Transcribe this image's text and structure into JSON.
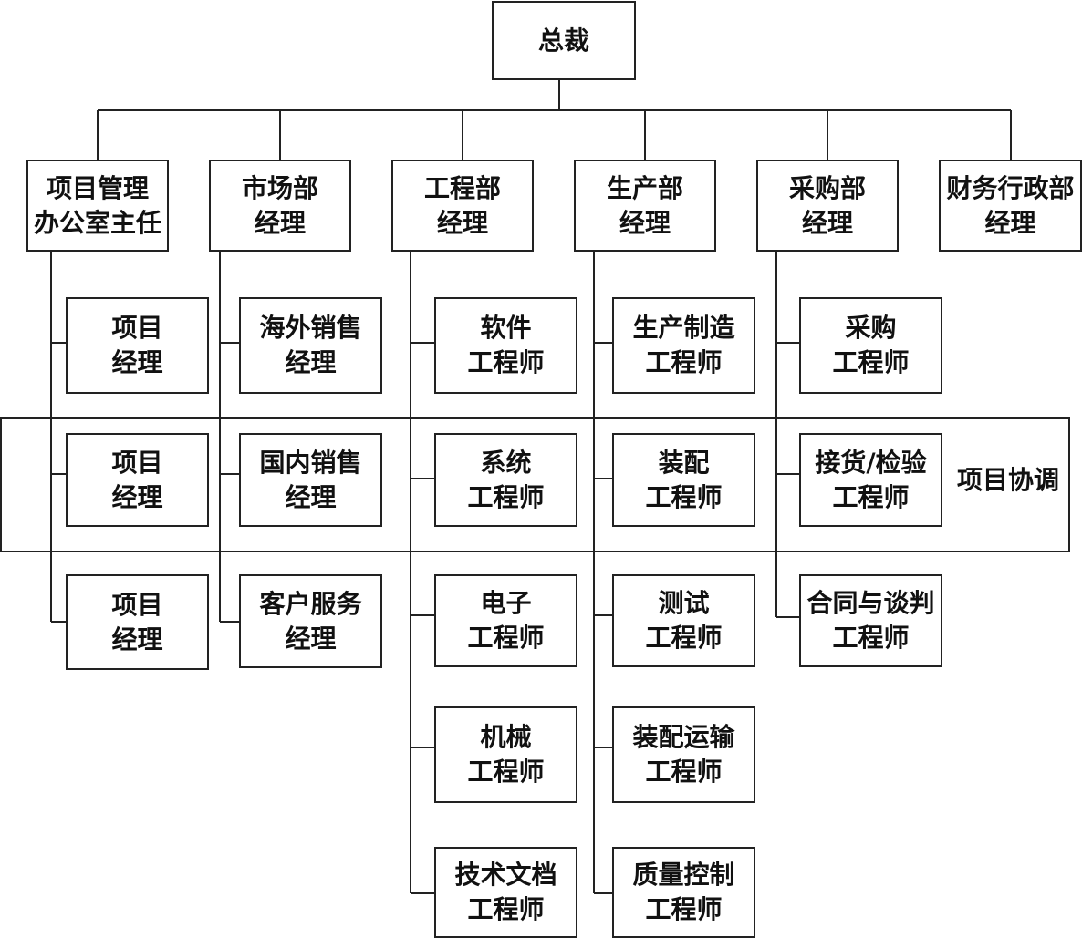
{
  "ceo": {
    "line1": "总裁"
  },
  "departments": [
    {
      "line1": "项目管理",
      "line2": "办公室主任"
    },
    {
      "line1": "市场部",
      "line2": "经理"
    },
    {
      "line1": "工程部",
      "line2": "经理"
    },
    {
      "line1": "生产部",
      "line2": "经理"
    },
    {
      "line1": "采购部",
      "line2": "经理"
    },
    {
      "line1": "财务行政部",
      "line2": "经理"
    }
  ],
  "sub_roles": {
    "project_office": [
      {
        "line1": "项目",
        "line2": "经理"
      },
      {
        "line1": "项目",
        "line2": "经理"
      },
      {
        "line1": "项目",
        "line2": "经理"
      }
    ],
    "marketing": [
      {
        "line1": "海外销售",
        "line2": "经理"
      },
      {
        "line1": "国内销售",
        "line2": "经理"
      },
      {
        "line1": "客户服务",
        "line2": "经理"
      }
    ],
    "engineering": [
      {
        "line1": "软件",
        "line2": "工程师"
      },
      {
        "line1": "系统",
        "line2": "工程师"
      },
      {
        "line1": "电子",
        "line2": "工程师"
      },
      {
        "line1": "机械",
        "line2": "工程师"
      },
      {
        "line1": "技术文档",
        "line2": "工程师"
      }
    ],
    "production": [
      {
        "line1": "生产制造",
        "line2": "工程师"
      },
      {
        "line1": "装配",
        "line2": "工程师"
      },
      {
        "line1": "测试",
        "line2": "工程师"
      },
      {
        "line1": "装配运输",
        "line2": "工程师"
      },
      {
        "line1": "质量控制",
        "line2": "工程师"
      }
    ],
    "purchasing": [
      {
        "line1": "采购",
        "line2": "工程师"
      },
      {
        "line1": "接货/检验",
        "line2": "工程师"
      },
      {
        "line1": "合同与谈判",
        "line2": "工程师"
      }
    ]
  },
  "coordination_band": {
    "label": "项目协调"
  }
}
